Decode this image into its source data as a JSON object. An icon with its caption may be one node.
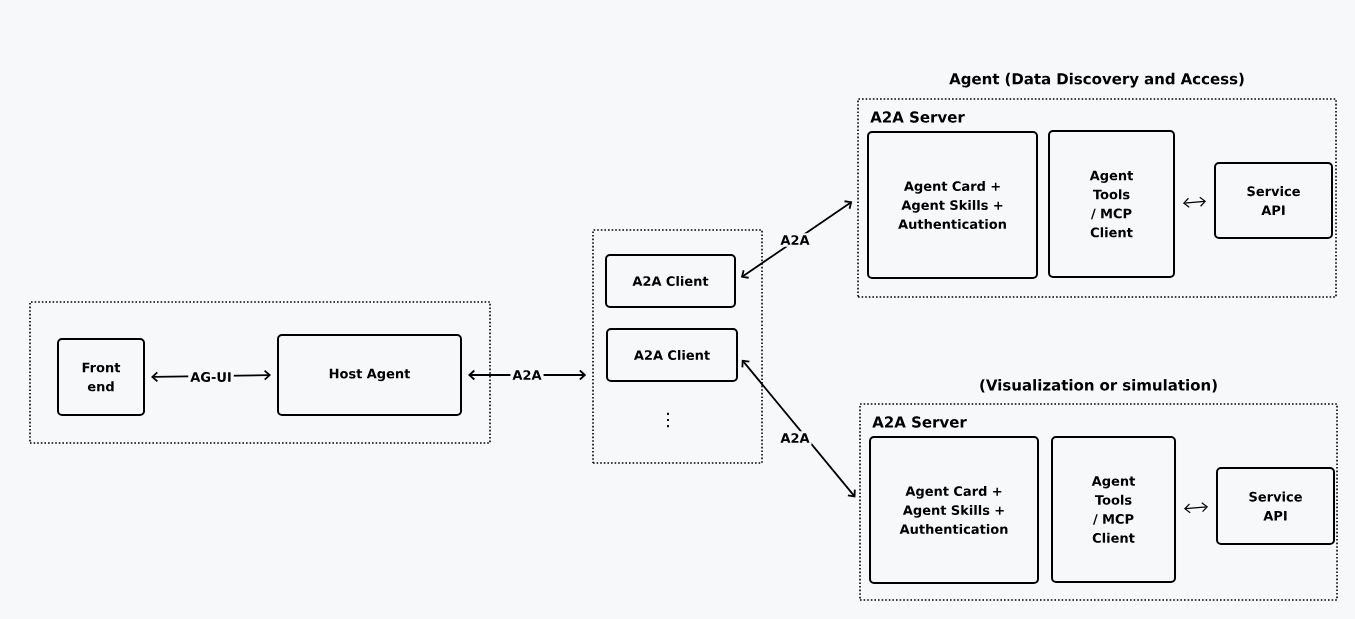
{
  "diagram": {
    "nodes": [
      {
        "text": [],
        "shape": "box"
      },
      {
        "text": [
          "Front end"
        ],
        "in": 0
      },
      {
        "text": [
          "Host Agent"
        ],
        "in": 0
      },
      {
        "text": [],
        "shape": "box"
      },
      {
        "text": [
          "A2A Client"
        ],
        "in": 3
      },
      {
        "text": [
          "A2A Client"
        ],
        "in": 3
      },
      {
        "text": [
          "Agent (Data Discovery and Access)",
          "A2A Server"
        ]
      },
      {
        "text": [
          "Agent Card + Agent Skills + Authentication"
        ],
        "in": 6
      },
      {
        "text": [
          "Agent Tools / MCP Client"
        ],
        "in": 6
      },
      {
        "text": [
          "Service API"
        ],
        "in": 6
      },
      {
        "text": [
          "(Visualization or simulation)",
          "A2A Server"
        ]
      },
      {
        "text": [
          "Agent Card + Agent Skills + Authentication"
        ],
        "in": 10
      },
      {
        "text": [
          "Agent Tools / MCP Client"
        ],
        "in": 10
      },
      {
        "text": [
          "Service API"
        ],
        "in": 10
      }
    ],
    "edges": [
      {
        "from": 1,
        "to": 2,
        "arrow": "both",
        "label": "AG-UI"
      },
      {
        "from": 2,
        "to": 3,
        "arrow": "both",
        "label": "A2A"
      },
      {
        "from": 4,
        "to": 6,
        "arrow": "both",
        "label": "A2A"
      },
      {
        "from": 5,
        "to": 10,
        "arrow": "both",
        "label": "A2A"
      },
      {
        "from": 8,
        "to": 9,
        "arrow": "both"
      },
      {
        "from": 12,
        "to": 13,
        "arrow": "both"
      }
    ],
    "labels": [
      "⋮"
    ]
  }
}
